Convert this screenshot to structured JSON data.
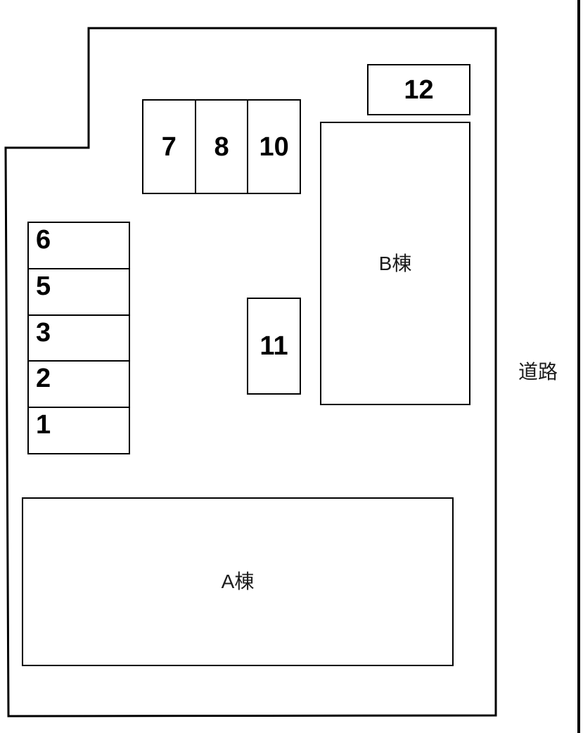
{
  "plan": {
    "road": {
      "label": "道路"
    },
    "buildings": {
      "a": {
        "label": "A棟"
      },
      "b": {
        "label": "B棟"
      }
    },
    "parking": {
      "left_column": [
        "6",
        "5",
        "3",
        "2",
        "1"
      ],
      "top_row": [
        "7",
        "8",
        "10"
      ],
      "spot_11": "11",
      "spot_12": "12"
    },
    "colors": {
      "line": "#000000",
      "background": "#ffffff"
    }
  }
}
